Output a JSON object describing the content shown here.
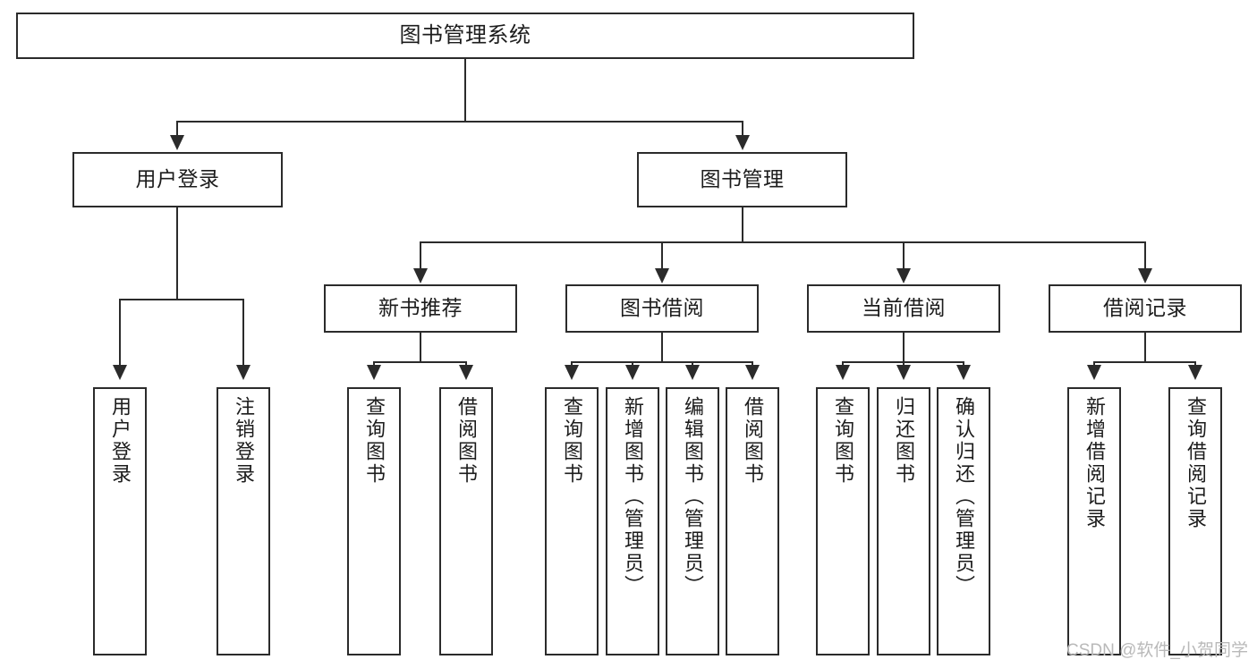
{
  "diagram": {
    "title": "图书管理系统",
    "type": "tree-hierarchy-chart",
    "root": {
      "label": "图书管理系统"
    },
    "level2": [
      {
        "label": "用户登录"
      },
      {
        "label": "图书管理"
      }
    ],
    "level3": [
      {
        "label": "新书推荐"
      },
      {
        "label": "图书借阅"
      },
      {
        "label": "当前借阅"
      },
      {
        "label": "借阅记录"
      }
    ],
    "leaves": {
      "user_login": [
        {
          "label": "用户登录"
        },
        {
          "label": "注销登录"
        }
      ],
      "new_book_recommend": [
        {
          "label": "查询图书"
        },
        {
          "label": "借阅图书"
        }
      ],
      "book_borrow": [
        {
          "label": "查询图书"
        },
        {
          "label": "新增图书（管理员）"
        },
        {
          "label": "编辑图书（管理员）"
        },
        {
          "label": "借阅图书"
        }
      ],
      "current_borrow": [
        {
          "label": "查询图书"
        },
        {
          "label": "归还图书"
        },
        {
          "label": "确认归还（管理员）"
        }
      ],
      "borrow_record": [
        {
          "label": "新增借阅记录"
        },
        {
          "label": "查询借阅记录"
        }
      ]
    }
  },
  "watermark": {
    "text": "CSDN @软件_小贺同学"
  },
  "colors": {
    "stroke": "#2b2b2b",
    "box_fill": "#ffffff",
    "text": "#1c1c1c",
    "watermark": "#b9b9b9",
    "background": "#ffffff"
  }
}
